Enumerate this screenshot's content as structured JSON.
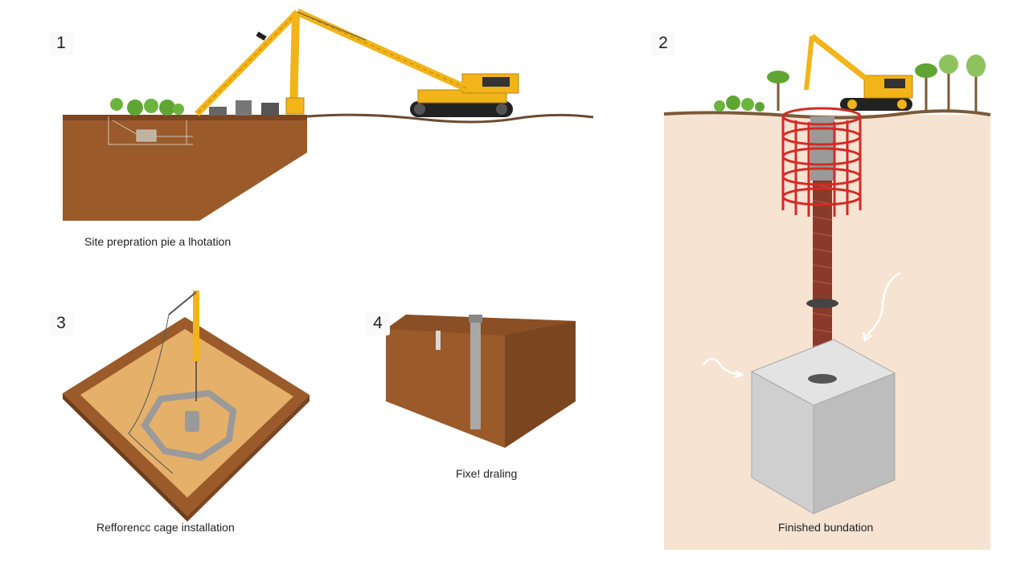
{
  "steps": [
    {
      "number": "1",
      "caption": "Site prepration pie a lhotation"
    },
    {
      "number": "2",
      "caption": "Finished bundation"
    },
    {
      "number": "3",
      "caption": "Refforencc cage installation"
    },
    {
      "number": "4",
      "caption": "Fixe! draling"
    }
  ],
  "colors": {
    "soil": "#9a5a2a",
    "soil_dark": "#6e3d1a",
    "crane_yellow": "#f2b418",
    "rebar_red": "#d42a25",
    "concrete": "#cfcfcf",
    "panel_bg": "#f7e3d2",
    "sand": "#e4b06a",
    "grass": "#6db33f"
  },
  "icons": [
    "crawler-crane-icon",
    "excavator-icon",
    "rebar-cage-icon",
    "concrete-footing-icon",
    "palm-tree-icon",
    "arrow-icon"
  ]
}
